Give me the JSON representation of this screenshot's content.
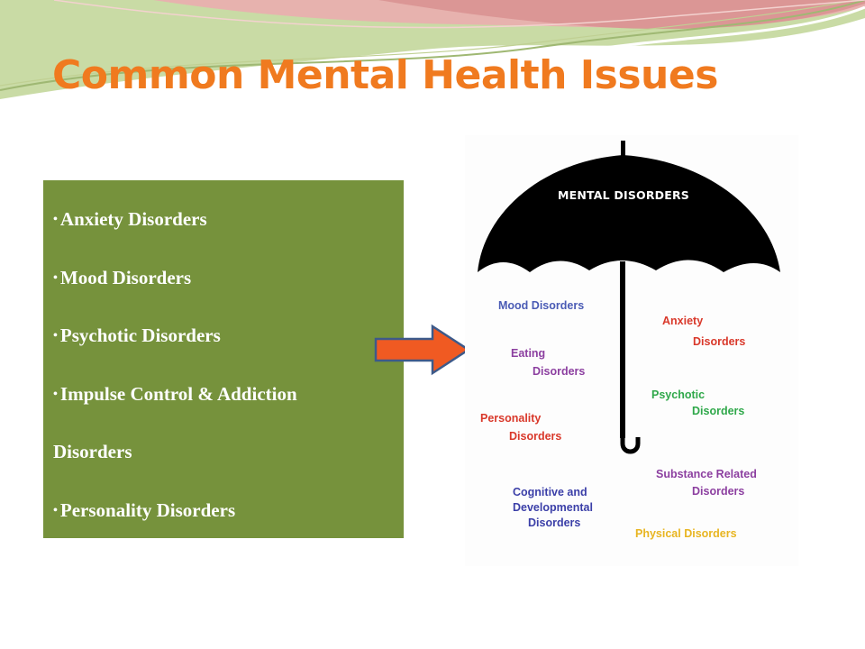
{
  "slide": {
    "title": "Common Mental Health Issues"
  },
  "bullets": {
    "lines": [
      "Anxiety Disorders",
      "Mood Disorders",
      "Psychotic Disorders",
      "Impulse Control & Addiction",
      "Disorders",
      "Personality Disorders"
    ]
  },
  "umbrella": {
    "title": "MENTAL DISORDERS",
    "labels": {
      "mood": "Mood Disorders",
      "anxiety_1": "Anxiety",
      "anxiety_2": "Disorders",
      "eating_1": "Eating",
      "eating_2": "Disorders",
      "psychotic_1": "Psychotic",
      "psychotic_2": "Disorders",
      "personality_1": "Personality",
      "personality_2": "Disorders",
      "substance_1": "Substance Related",
      "substance_2": "Disorders",
      "cognitive_1": "Cognitive and",
      "cognitive_2": "Developmental",
      "cognitive_3": "Disorders",
      "physical": "Physical Disorders"
    }
  },
  "colors": {
    "title": "#f07a1f",
    "bullet_box": "#76923c",
    "arrow_fill": "#f05a22",
    "arrow_stroke": "#3d5a8a"
  },
  "icons": {
    "arrow": "right-arrow-icon",
    "umbrella": "umbrella-icon"
  }
}
